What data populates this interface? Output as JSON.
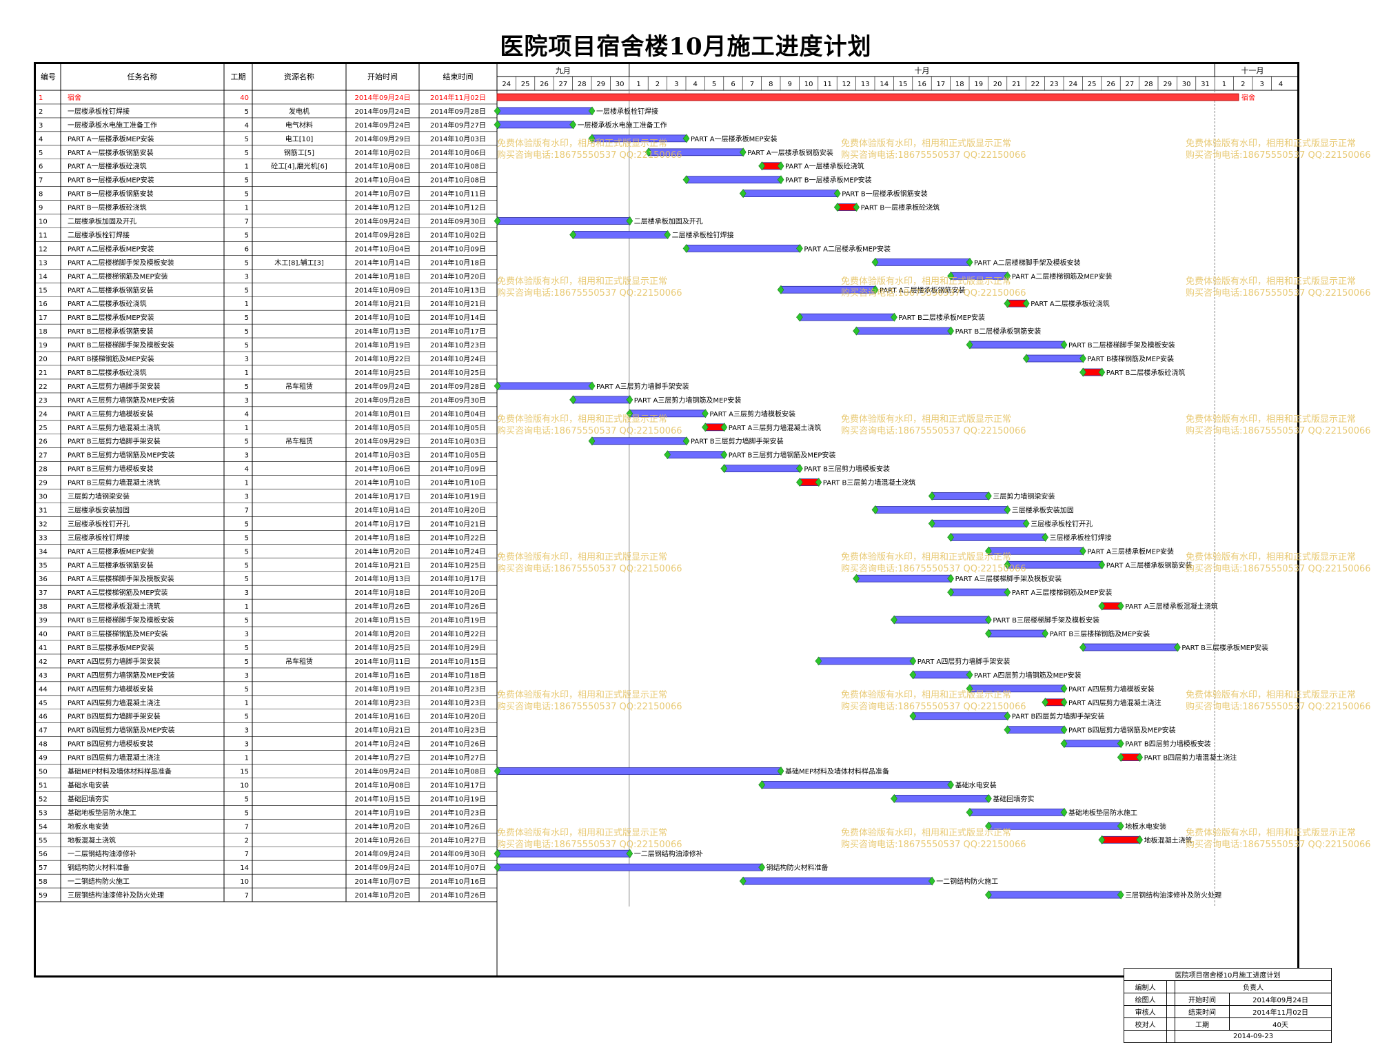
{
  "title": "医院项目宿舍楼10月施工进度计划",
  "colors": {
    "normal_bar": "#6b6bff",
    "critical_bar": "#ff0000",
    "summary_bar": "#ff3b3b",
    "milestone": "#2cc52c",
    "summary_text": "#ff0000",
    "watermark": "#e5c15e"
  },
  "table_headers": {
    "id": "编号",
    "name": "任务名称",
    "duration": "工期",
    "resource": "资源名称",
    "start": "开始时间",
    "end": "结束时间"
  },
  "timeline": {
    "months": [
      {
        "label": "九月",
        "span": 7
      },
      {
        "label": "十月",
        "span": 31
      },
      {
        "label": "十一月",
        "span": 4
      }
    ],
    "days": [
      "24",
      "25",
      "26",
      "27",
      "28",
      "29",
      "30",
      "1",
      "2",
      "3",
      "4",
      "5",
      "6",
      "7",
      "8",
      "9",
      "10",
      "11",
      "12",
      "13",
      "14",
      "15",
      "16",
      "17",
      "18",
      "19",
      "20",
      "21",
      "22",
      "23",
      "24",
      "25",
      "26",
      "27",
      "28",
      "29",
      "30",
      "31",
      "1",
      "2",
      "3",
      "4"
    ],
    "today_day_index": 7,
    "month_boundary_index": 38
  },
  "watermark": {
    "line1": "免费体验版有水印，相用和正式版显示正常",
    "line2": "购买咨询电话:18675550537 QQ:22150066"
  },
  "chart_data": {
    "type": "gantt",
    "title": "医院项目宿舍楼10月施工进度计划",
    "start_date": "2014-09-24",
    "tasks": [
      {
        "id": "1",
        "name": "宿舍",
        "duration": "40",
        "resource": "",
        "start": "2014年09月24日",
        "end": "2014年11月02日",
        "s": 0,
        "d": 40,
        "kind": "summary",
        "label": "宿舍"
      },
      {
        "id": "2",
        "name": "一层楼承板栓钉焊接",
        "duration": "5",
        "resource": "发电机",
        "start": "2014年09月24日",
        "end": "2014年09月28日",
        "s": 0,
        "d": 5,
        "kind": "normal",
        "label": "一层楼承板栓钉焊接"
      },
      {
        "id": "3",
        "name": "一层楼承板水电施工准备工作",
        "duration": "4",
        "resource": "电气材料",
        "start": "2014年09月24日",
        "end": "2014年09月27日",
        "s": 0,
        "d": 4,
        "kind": "normal",
        "label": "一层楼承板水电施工准备工作"
      },
      {
        "id": "4",
        "name": "PART A一层楼承板MEP安装",
        "duration": "5",
        "resource": "电工[10]",
        "start": "2014年09月29日",
        "end": "2014年10月03日",
        "s": 5,
        "d": 5,
        "kind": "normal",
        "label": "PART A一层楼承板MEP安装"
      },
      {
        "id": "5",
        "name": "PART A一层楼承板钢筋安装",
        "duration": "5",
        "resource": "钢筋工[5]",
        "start": "2014年10月02日",
        "end": "2014年10月06日",
        "s": 8,
        "d": 5,
        "kind": "normal",
        "label": "PART A一层楼承板钢筋安装"
      },
      {
        "id": "6",
        "name": "PART A一层楼承板砼浇筑",
        "duration": "1",
        "resource": "砼工[4],磨光机[6]",
        "start": "2014年10月08日",
        "end": "2014年10月08日",
        "s": 14,
        "d": 1,
        "kind": "critical",
        "label": "PART A一层楼承板砼浇筑"
      },
      {
        "id": "7",
        "name": "PART B一层楼承板MEP安装",
        "duration": "5",
        "resource": "",
        "start": "2014年10月04日",
        "end": "2014年10月08日",
        "s": 10,
        "d": 5,
        "kind": "normal",
        "label": "PART B一层楼承板MEP安装"
      },
      {
        "id": "8",
        "name": "PART B一层楼承板钢筋安装",
        "duration": "5",
        "resource": "",
        "start": "2014年10月07日",
        "end": "2014年10月11日",
        "s": 13,
        "d": 5,
        "kind": "normal",
        "label": "PART B一层楼承板钢筋安装"
      },
      {
        "id": "9",
        "name": "PART B一层楼承板砼浇筑",
        "duration": "1",
        "resource": "",
        "start": "2014年10月12日",
        "end": "2014年10月12日",
        "s": 18,
        "d": 1,
        "kind": "critical",
        "label": "PART B一层楼承板砼浇筑"
      },
      {
        "id": "10",
        "name": "二层楼承板加固及开孔",
        "duration": "7",
        "resource": "",
        "start": "2014年09月24日",
        "end": "2014年09月30日",
        "s": 0,
        "d": 7,
        "kind": "normal",
        "label": "二层楼承板加固及开孔"
      },
      {
        "id": "11",
        "name": "二层楼承板栓钉焊接",
        "duration": "5",
        "resource": "",
        "start": "2014年09月28日",
        "end": "2014年10月02日",
        "s": 4,
        "d": 5,
        "kind": "normal",
        "label": "二层楼承板栓钉焊接"
      },
      {
        "id": "12",
        "name": "PART A二层楼承板MEP安装",
        "duration": "6",
        "resource": "",
        "start": "2014年10月04日",
        "end": "2014年10月09日",
        "s": 10,
        "d": 6,
        "kind": "normal",
        "label": "PART A二层楼承板MEP安装"
      },
      {
        "id": "13",
        "name": "PART A二层楼梯脚手架及模板安装",
        "duration": "5",
        "resource": "木工[8],辅工[3]",
        "start": "2014年10月14日",
        "end": "2014年10月18日",
        "s": 20,
        "d": 5,
        "kind": "normal",
        "label": "PART A二层楼梯脚手架及模板安装"
      },
      {
        "id": "14",
        "name": "PART A二层楼梯钢筋及MEP安装",
        "duration": "3",
        "resource": "",
        "start": "2014年10月18日",
        "end": "2014年10月20日",
        "s": 24,
        "d": 3,
        "kind": "normal",
        "label": "PART A二层楼梯钢筋及MEP安装"
      },
      {
        "id": "15",
        "name": "PART A二层楼承板钢筋安装",
        "duration": "5",
        "resource": "",
        "start": "2014年10月09日",
        "end": "2014年10月13日",
        "s": 15,
        "d": 5,
        "kind": "normal",
        "label": "PART A二层楼承板钢筋安装"
      },
      {
        "id": "16",
        "name": "PART A二层楼承板砼浇筑",
        "duration": "1",
        "resource": "",
        "start": "2014年10月21日",
        "end": "2014年10月21日",
        "s": 27,
        "d": 1,
        "kind": "critical",
        "label": "PART A二层楼承板砼浇筑"
      },
      {
        "id": "17",
        "name": "PART B二层楼承板MEP安装",
        "duration": "5",
        "resource": "",
        "start": "2014年10月10日",
        "end": "2014年10月14日",
        "s": 16,
        "d": 5,
        "kind": "normal",
        "label": "PART B二层楼承板MEP安装"
      },
      {
        "id": "18",
        "name": "PART B二层楼承板钢筋安装",
        "duration": "5",
        "resource": "",
        "start": "2014年10月13日",
        "end": "2014年10月17日",
        "s": 19,
        "d": 5,
        "kind": "normal",
        "label": "PART B二层楼承板钢筋安装"
      },
      {
        "id": "19",
        "name": "PART B二层楼梯脚手架及模板安装",
        "duration": "5",
        "resource": "",
        "start": "2014年10月19日",
        "end": "2014年10月23日",
        "s": 25,
        "d": 5,
        "kind": "normal",
        "label": "PART B二层楼梯脚手架及模板安装"
      },
      {
        "id": "20",
        "name": "PART B楼梯钢筋及MEP安装",
        "duration": "3",
        "resource": "",
        "start": "2014年10月22日",
        "end": "2014年10月24日",
        "s": 28,
        "d": 3,
        "kind": "normal",
        "label": "PART B楼梯钢筋及MEP安装"
      },
      {
        "id": "21",
        "name": "PART B二层楼承板砼浇筑",
        "duration": "1",
        "resource": "",
        "start": "2014年10月25日",
        "end": "2014年10月25日",
        "s": 31,
        "d": 1,
        "kind": "critical",
        "label": "PART B二层楼承板砼浇筑"
      },
      {
        "id": "22",
        "name": "PART A三层剪力墙脚手架安装",
        "duration": "5",
        "resource": "吊车租赁",
        "start": "2014年09月24日",
        "end": "2014年09月28日",
        "s": 0,
        "d": 5,
        "kind": "normal",
        "label": "PART A三层剪力墙脚手架安装"
      },
      {
        "id": "23",
        "name": "PART A三层剪力墙钢筋及MEP安装",
        "duration": "3",
        "resource": "",
        "start": "2014年09月28日",
        "end": "2014年09月30日",
        "s": 4,
        "d": 3,
        "kind": "normal",
        "label": "PART A三层剪力墙钢筋及MEP安装"
      },
      {
        "id": "24",
        "name": "PART A三层剪力墙模板安装",
        "duration": "4",
        "resource": "",
        "start": "2014年10月01日",
        "end": "2014年10月04日",
        "s": 7,
        "d": 4,
        "kind": "normal",
        "label": "PART A三层剪力墙模板安装"
      },
      {
        "id": "25",
        "name": "PART A三层剪力墙混凝土浇筑",
        "duration": "1",
        "resource": "",
        "start": "2014年10月05日",
        "end": "2014年10月05日",
        "s": 11,
        "d": 1,
        "kind": "critical",
        "label": "PART A三层剪力墙混凝土浇筑"
      },
      {
        "id": "26",
        "name": "PART B三层剪力墙脚手架安装",
        "duration": "5",
        "resource": "吊车租赁",
        "start": "2014年09月29日",
        "end": "2014年10月03日",
        "s": 5,
        "d": 5,
        "kind": "normal",
        "label": "PART B三层剪力墙脚手架安装"
      },
      {
        "id": "27",
        "name": "PART B三层剪力墙钢筋及MEP安装",
        "duration": "3",
        "resource": "",
        "start": "2014年10月03日",
        "end": "2014年10月05日",
        "s": 9,
        "d": 3,
        "kind": "normal",
        "label": "PART B三层剪力墙钢筋及MEP安装"
      },
      {
        "id": "28",
        "name": "PART B三层剪力墙模板安装",
        "duration": "4",
        "resource": "",
        "start": "2014年10月06日",
        "end": "2014年10月09日",
        "s": 12,
        "d": 4,
        "kind": "normal",
        "label": "PART B三层剪力墙模板安装"
      },
      {
        "id": "29",
        "name": "PART B三层剪力墙混凝土浇筑",
        "duration": "1",
        "resource": "",
        "start": "2014年10月10日",
        "end": "2014年10月10日",
        "s": 16,
        "d": 1,
        "kind": "critical",
        "label": "PART B三层剪力墙混凝土浇筑"
      },
      {
        "id": "30",
        "name": "三层剪力墙钢梁安装",
        "duration": "3",
        "resource": "",
        "start": "2014年10月17日",
        "end": "2014年10月19日",
        "s": 23,
        "d": 3,
        "kind": "normal",
        "label": "三层剪力墙钢梁安装"
      },
      {
        "id": "31",
        "name": "三层楼承板安装加固",
        "duration": "7",
        "resource": "",
        "start": "2014年10月14日",
        "end": "2014年10月20日",
        "s": 20,
        "d": 7,
        "kind": "normal",
        "label": "三层楼承板安装加固"
      },
      {
        "id": "32",
        "name": "三层楼承板栓钉开孔",
        "duration": "5",
        "resource": "",
        "start": "2014年10月17日",
        "end": "2014年10月21日",
        "s": 23,
        "d": 5,
        "kind": "normal",
        "label": "三层楼承板栓钉开孔"
      },
      {
        "id": "33",
        "name": "三层楼承板栓钉焊接",
        "duration": "5",
        "resource": "",
        "start": "2014年10月18日",
        "end": "2014年10月22日",
        "s": 24,
        "d": 5,
        "kind": "normal",
        "label": "三层楼承板栓钉焊接"
      },
      {
        "id": "34",
        "name": "PART A三层楼承板MEP安装",
        "duration": "5",
        "resource": "",
        "start": "2014年10月20日",
        "end": "2014年10月24日",
        "s": 26,
        "d": 5,
        "kind": "normal",
        "label": "PART A三层楼承板MEP安装"
      },
      {
        "id": "35",
        "name": "PART A三层楼承板钢筋安装",
        "duration": "5",
        "resource": "",
        "start": "2014年10月21日",
        "end": "2014年10月25日",
        "s": 27,
        "d": 5,
        "kind": "normal",
        "label": "PART A三层楼承板钢筋安装"
      },
      {
        "id": "36",
        "name": "PART A三层楼梯脚手架及模板安装",
        "duration": "5",
        "resource": "",
        "start": "2014年10月13日",
        "end": "2014年10月17日",
        "s": 19,
        "d": 5,
        "kind": "normal",
        "label": "PART A三层楼梯脚手架及模板安装"
      },
      {
        "id": "37",
        "name": "PART A三层楼梯钢筋及MEP安装",
        "duration": "3",
        "resource": "",
        "start": "2014年10月18日",
        "end": "2014年10月20日",
        "s": 24,
        "d": 3,
        "kind": "normal",
        "label": "PART A三层楼梯钢筋及MEP安装"
      },
      {
        "id": "38",
        "name": "PART A三层楼承板混凝土浇筑",
        "duration": "1",
        "resource": "",
        "start": "2014年10月26日",
        "end": "2014年10月26日",
        "s": 32,
        "d": 1,
        "kind": "critical",
        "label": "PART A三层楼承板混凝土浇筑"
      },
      {
        "id": "39",
        "name": "PART B三层楼梯脚手架及模板安装",
        "duration": "5",
        "resource": "",
        "start": "2014年10月15日",
        "end": "2014年10月19日",
        "s": 21,
        "d": 5,
        "kind": "normal",
        "label": "PART B三层楼梯脚手架及模板安装"
      },
      {
        "id": "40",
        "name": "PART B三层楼梯钢筋及MEP安装",
        "duration": "3",
        "resource": "",
        "start": "2014年10月20日",
        "end": "2014年10月22日",
        "s": 26,
        "d": 3,
        "kind": "normal",
        "label": "PART B三层楼梯钢筋及MEP安装"
      },
      {
        "id": "41",
        "name": "PART B三层楼承板MEP安装",
        "duration": "5",
        "resource": "",
        "start": "2014年10月25日",
        "end": "2014年10月29日",
        "s": 31,
        "d": 5,
        "kind": "normal",
        "label": "PART B三层楼承板MEP安装"
      },
      {
        "id": "42",
        "name": "PART A四层剪力墙脚手架安装",
        "duration": "5",
        "resource": "吊车租赁",
        "start": "2014年10月11日",
        "end": "2014年10月15日",
        "s": 17,
        "d": 5,
        "kind": "normal",
        "label": "PART A四层剪力墙脚手架安装"
      },
      {
        "id": "43",
        "name": "PART A四层剪力墙钢筋及MEP安装",
        "duration": "3",
        "resource": "",
        "start": "2014年10月16日",
        "end": "2014年10月18日",
        "s": 22,
        "d": 3,
        "kind": "normal",
        "label": "PART A四层剪力墙钢筋及MEP安装"
      },
      {
        "id": "44",
        "name": "PART A四层剪力墙模板安装",
        "duration": "5",
        "resource": "",
        "start": "2014年10月19日",
        "end": "2014年10月23日",
        "s": 25,
        "d": 5,
        "kind": "normal",
        "label": "PART A四层剪力墙模板安装"
      },
      {
        "id": "45",
        "name": "PART A四层剪力墙混凝土浇注",
        "duration": "1",
        "resource": "",
        "start": "2014年10月23日",
        "end": "2014年10月23日",
        "s": 29,
        "d": 1,
        "kind": "critical",
        "label": "PART A四层剪力墙混凝土浇注"
      },
      {
        "id": "46",
        "name": "PART B四层剪力墙脚手架安装",
        "duration": "5",
        "resource": "",
        "start": "2014年10月16日",
        "end": "2014年10月20日",
        "s": 22,
        "d": 5,
        "kind": "normal",
        "label": "PART B四层剪力墙脚手架安装"
      },
      {
        "id": "47",
        "name": "PART B四层剪力墙钢筋及MEP安装",
        "duration": "3",
        "resource": "",
        "start": "2014年10月21日",
        "end": "2014年10月23日",
        "s": 27,
        "d": 3,
        "kind": "normal",
        "label": "PART B四层剪力墙钢筋及MEP安装"
      },
      {
        "id": "48",
        "name": "PART B四层剪力墙模板安装",
        "duration": "3",
        "resource": "",
        "start": "2014年10月24日",
        "end": "2014年10月26日",
        "s": 30,
        "d": 3,
        "kind": "normal",
        "label": "PART B四层剪力墙模板安装"
      },
      {
        "id": "49",
        "name": "PART B四层剪力墙混凝土浇注",
        "duration": "1",
        "resource": "",
        "start": "2014年10月27日",
        "end": "2014年10月27日",
        "s": 33,
        "d": 1,
        "kind": "critical",
        "label": "PART B四层剪力墙混凝土浇注"
      },
      {
        "id": "50",
        "name": "基础MEP材料及墙体材料样品准备",
        "duration": "15",
        "resource": "",
        "start": "2014年09月24日",
        "end": "2014年10月08日",
        "s": 0,
        "d": 15,
        "kind": "normal",
        "label": "基础MEP材料及墙体材料样品准备"
      },
      {
        "id": "51",
        "name": "基础水电安装",
        "duration": "10",
        "resource": "",
        "start": "2014年10月08日",
        "end": "2014年10月17日",
        "s": 14,
        "d": 10,
        "kind": "normal",
        "label": "基础水电安装"
      },
      {
        "id": "52",
        "name": "基础回填夯实",
        "duration": "5",
        "resource": "",
        "start": "2014年10月15日",
        "end": "2014年10月19日",
        "s": 21,
        "d": 5,
        "kind": "normal",
        "label": "基础回填夯实"
      },
      {
        "id": "53",
        "name": "基础地板垫层防水施工",
        "duration": "5",
        "resource": "",
        "start": "2014年10月19日",
        "end": "2014年10月23日",
        "s": 25,
        "d": 5,
        "kind": "normal",
        "label": "基础地板垫层防水施工"
      },
      {
        "id": "54",
        "name": "地板水电安装",
        "duration": "7",
        "resource": "",
        "start": "2014年10月20日",
        "end": "2014年10月26日",
        "s": 26,
        "d": 7,
        "kind": "normal",
        "label": "地板水电安装"
      },
      {
        "id": "55",
        "name": "地板混凝土浇筑",
        "duration": "2",
        "resource": "",
        "start": "2014年10月26日",
        "end": "2014年10月27日",
        "s": 32,
        "d": 2,
        "kind": "critical",
        "label": "地板混凝土浇筑"
      },
      {
        "id": "56",
        "name": "一二层钢结构油漆修补",
        "duration": "7",
        "resource": "",
        "start": "2014年09月24日",
        "end": "2014年09月30日",
        "s": 0,
        "d": 7,
        "kind": "normal",
        "label": "一二层钢结构油漆修补"
      },
      {
        "id": "57",
        "name": "钢结构防火材料准备",
        "duration": "14",
        "resource": "",
        "start": "2014年09月24日",
        "end": "2014年10月07日",
        "s": 0,
        "d": 14,
        "kind": "normal",
        "label": "钢结构防火材料准备"
      },
      {
        "id": "58",
        "name": "一二钢结构防火施工",
        "duration": "10",
        "resource": "",
        "start": "2014年10月07日",
        "end": "2014年10月16日",
        "s": 13,
        "d": 10,
        "kind": "normal",
        "label": "一二钢结构防火施工"
      },
      {
        "id": "59",
        "name": "三层钢结构油漆修补及防火处理",
        "duration": "7",
        "resource": "",
        "start": "2014年10月20日",
        "end": "2014年10月26日",
        "s": 26,
        "d": 7,
        "kind": "normal",
        "label": "三层钢结构油漆修补及防火处理"
      }
    ]
  },
  "title_block": {
    "name": "医院项目宿舍楼10月施工进度计划",
    "editor_label": "编制人",
    "owner_label": "负责人",
    "drawer_label": "绘图人",
    "reviewer_label": "审核人",
    "checker_label": "校对人",
    "start_label": "开始时间",
    "start_value": "2014年09月24日",
    "end_label": "结束时间",
    "end_value": "2014年11月02日",
    "duration_label": "工期",
    "duration_value": "40天",
    "date": "2014-09-23"
  }
}
